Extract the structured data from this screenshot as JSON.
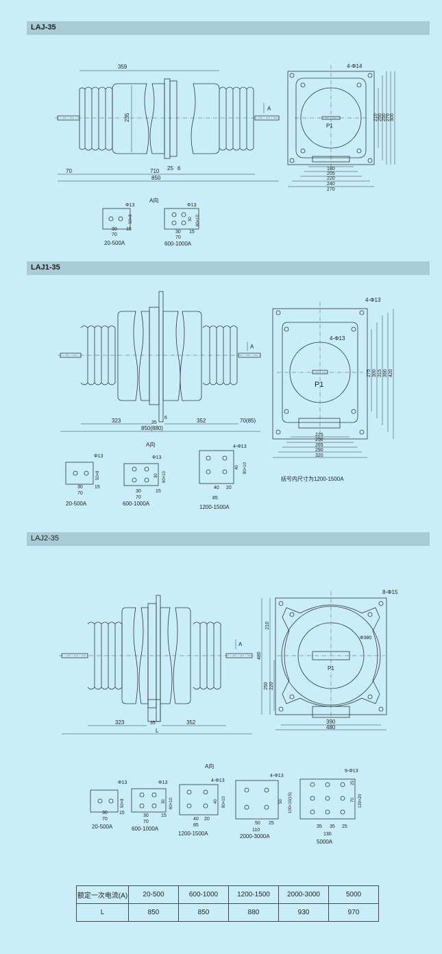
{
  "sections": {
    "laj35": {
      "title": "LAJ-35",
      "dims": {
        "d359": "359",
        "d235": "235",
        "d70": "70",
        "d710": "710",
        "d850": "850",
        "d25": "25",
        "d6": "6",
        "a": "A",
        "holes": "4-Φ14",
        "p1": "P1",
        "h210": "210",
        "h250": "250",
        "h270": "270",
        "h300": "300",
        "w180": "180",
        "w205": "205",
        "w220": "220",
        "w240": "240",
        "w270": "270"
      },
      "a_view": "A向",
      "details": [
        {
          "name": "20-500A",
          "hole": "Φ13",
          "dims": [
            "50×8",
            "30",
            "15",
            "70"
          ]
        },
        {
          "name": "600-1000A",
          "hole": "Φ13",
          "dims": [
            "30",
            "60×10",
            "30",
            "15",
            "70"
          ]
        }
      ]
    },
    "laj135": {
      "title": "LAJ1-35",
      "dims": {
        "d323": "323",
        "d352": "352",
        "d35": "35",
        "d6": "6",
        "d70": "70(85)",
        "d850": "850(880)",
        "a": "A",
        "holes_outer": "4-Φ13",
        "holes_inner": "4-Φ13",
        "p1": "P1",
        "h275": "275",
        "h300": "300",
        "h315": "315",
        "h390": "390",
        "h420": "420",
        "w225": "225",
        "w250": "250",
        "w265": "265",
        "w290": "290",
        "w320": "320"
      },
      "note": "括号内尺寸为1200-1500A",
      "a_view": "A向",
      "details": [
        {
          "name": "20-500A",
          "hole": "Φ13",
          "dims": [
            "50×8",
            "30",
            "15",
            "70"
          ]
        },
        {
          "name": "600-1000A",
          "hole": "Φ13",
          "dims": [
            "30",
            "60×10",
            "30",
            "15",
            "70"
          ]
        },
        {
          "name": "1200-1500A",
          "hole": "4-Φ13",
          "dims": [
            "40",
            "80×10",
            "40",
            "20",
            "85"
          ]
        }
      ]
    },
    "laj235": {
      "title": "LAJ2-35",
      "dims": {
        "d323": "323",
        "d35": "35",
        "d352": "352",
        "L": "L",
        "a": "A",
        "holes": "8-Φ15",
        "dia": "Φ380",
        "p1": "P1",
        "h210": "210",
        "h480": "480",
        "h250": "250",
        "h220": "220",
        "w390": "390",
        "w480": "480"
      },
      "a_view": "A向",
      "details": [
        {
          "name": "20-500A",
          "hole": "Φ13",
          "dims": [
            "50×8",
            "30",
            "15",
            "70"
          ]
        },
        {
          "name": "600-1000A",
          "hole": "Φ13",
          "dims": [
            "30",
            "60×10",
            "30",
            "15",
            "70"
          ]
        },
        {
          "name": "1200-1500A",
          "hole": "4-Φ13",
          "dims": [
            "40",
            "80×10",
            "40",
            "20",
            "85"
          ]
        },
        {
          "name": "2000-3000A",
          "hole": "4-Φ13",
          "dims": [
            "50",
            "100×10(15)",
            "50",
            "25",
            "110"
          ]
        },
        {
          "name": "5000A",
          "hole": "9-Φ13",
          "dims": [
            "25",
            "70",
            "120×20",
            "35",
            "35",
            "25",
            "130"
          ]
        }
      ]
    }
  },
  "table": {
    "header_label": "额定一次电流(A)",
    "columns": [
      "20-500",
      "600-1000",
      "1200-1500",
      "2000-3000",
      "5000"
    ],
    "row_label": "L",
    "values": [
      "850",
      "850",
      "880",
      "930",
      "970"
    ]
  }
}
